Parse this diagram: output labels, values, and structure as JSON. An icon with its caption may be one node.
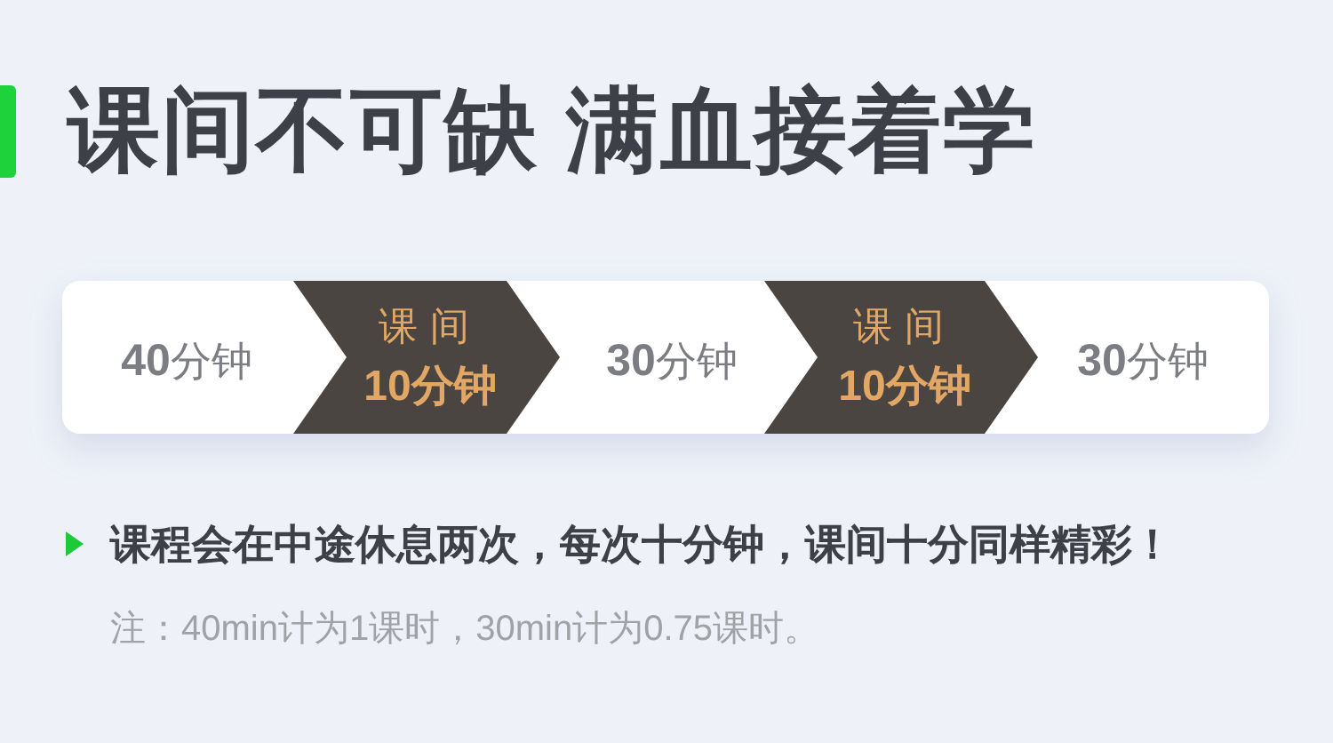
{
  "diagram": {
    "title": "课间不可缺 满血接着学",
    "nodes": [
      {
        "text": [],
        "shape": "box"
      },
      {
        "text": [
          "**40**分钟"
        ],
        "in": 0
      },
      {
        "text": [
          "课间",
          "10分钟"
        ],
        "in": 0
      },
      {
        "text": [
          "**30**分钟"
        ],
        "in": 0
      },
      {
        "text": [
          "课间",
          "10分钟"
        ],
        "in": 0
      },
      {
        "text": [
          "**30**分钟"
        ],
        "in": 0
      }
    ],
    "labels": [
      "课程会在中途休息两次，每次十分钟，课间十分同样精彩！",
      "注：40min计为1课时，30min计为0.75课时。"
    ]
  }
}
